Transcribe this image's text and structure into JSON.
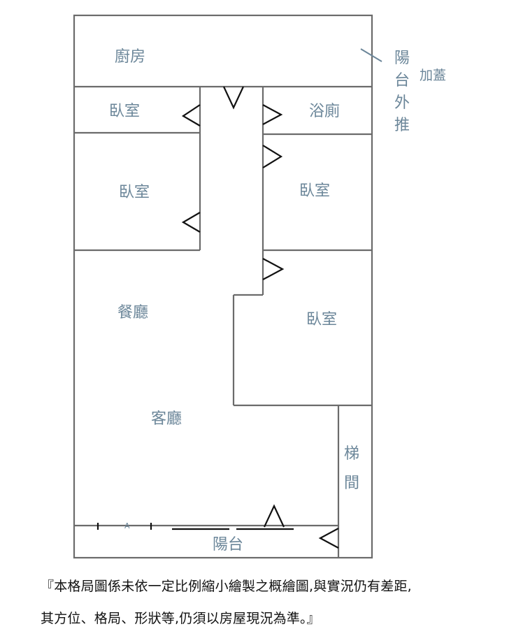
{
  "rooms": {
    "kitchen": "廚房",
    "bedroom_top_left": "臥室",
    "bathroom": "浴廁",
    "bedroom_left": "臥室",
    "bedroom_right": "臥室",
    "dining_room": "餐廳",
    "bedroom_lower_right": "臥室",
    "living_room": "客廳",
    "stairwell_line1": "梯",
    "stairwell_line2": "間",
    "balcony": "陽台"
  },
  "annotations": {
    "balcony_extension_1": "陽",
    "balcony_extension_2": "台",
    "balcony_extension_3": "外",
    "balcony_extension_4": "推",
    "addition": "加蓋",
    "window_mark": "A"
  },
  "disclaimer": {
    "line1": "『本格局圖係未依一定比例縮小繪製之概繪圖,與實況仍有差距,",
    "line2": "其方位、格局、形狀等,仍須以房屋現況為準。』"
  },
  "colors": {
    "label": "#6b8699",
    "wall": "#6b6b6b",
    "door": "#111111"
  }
}
